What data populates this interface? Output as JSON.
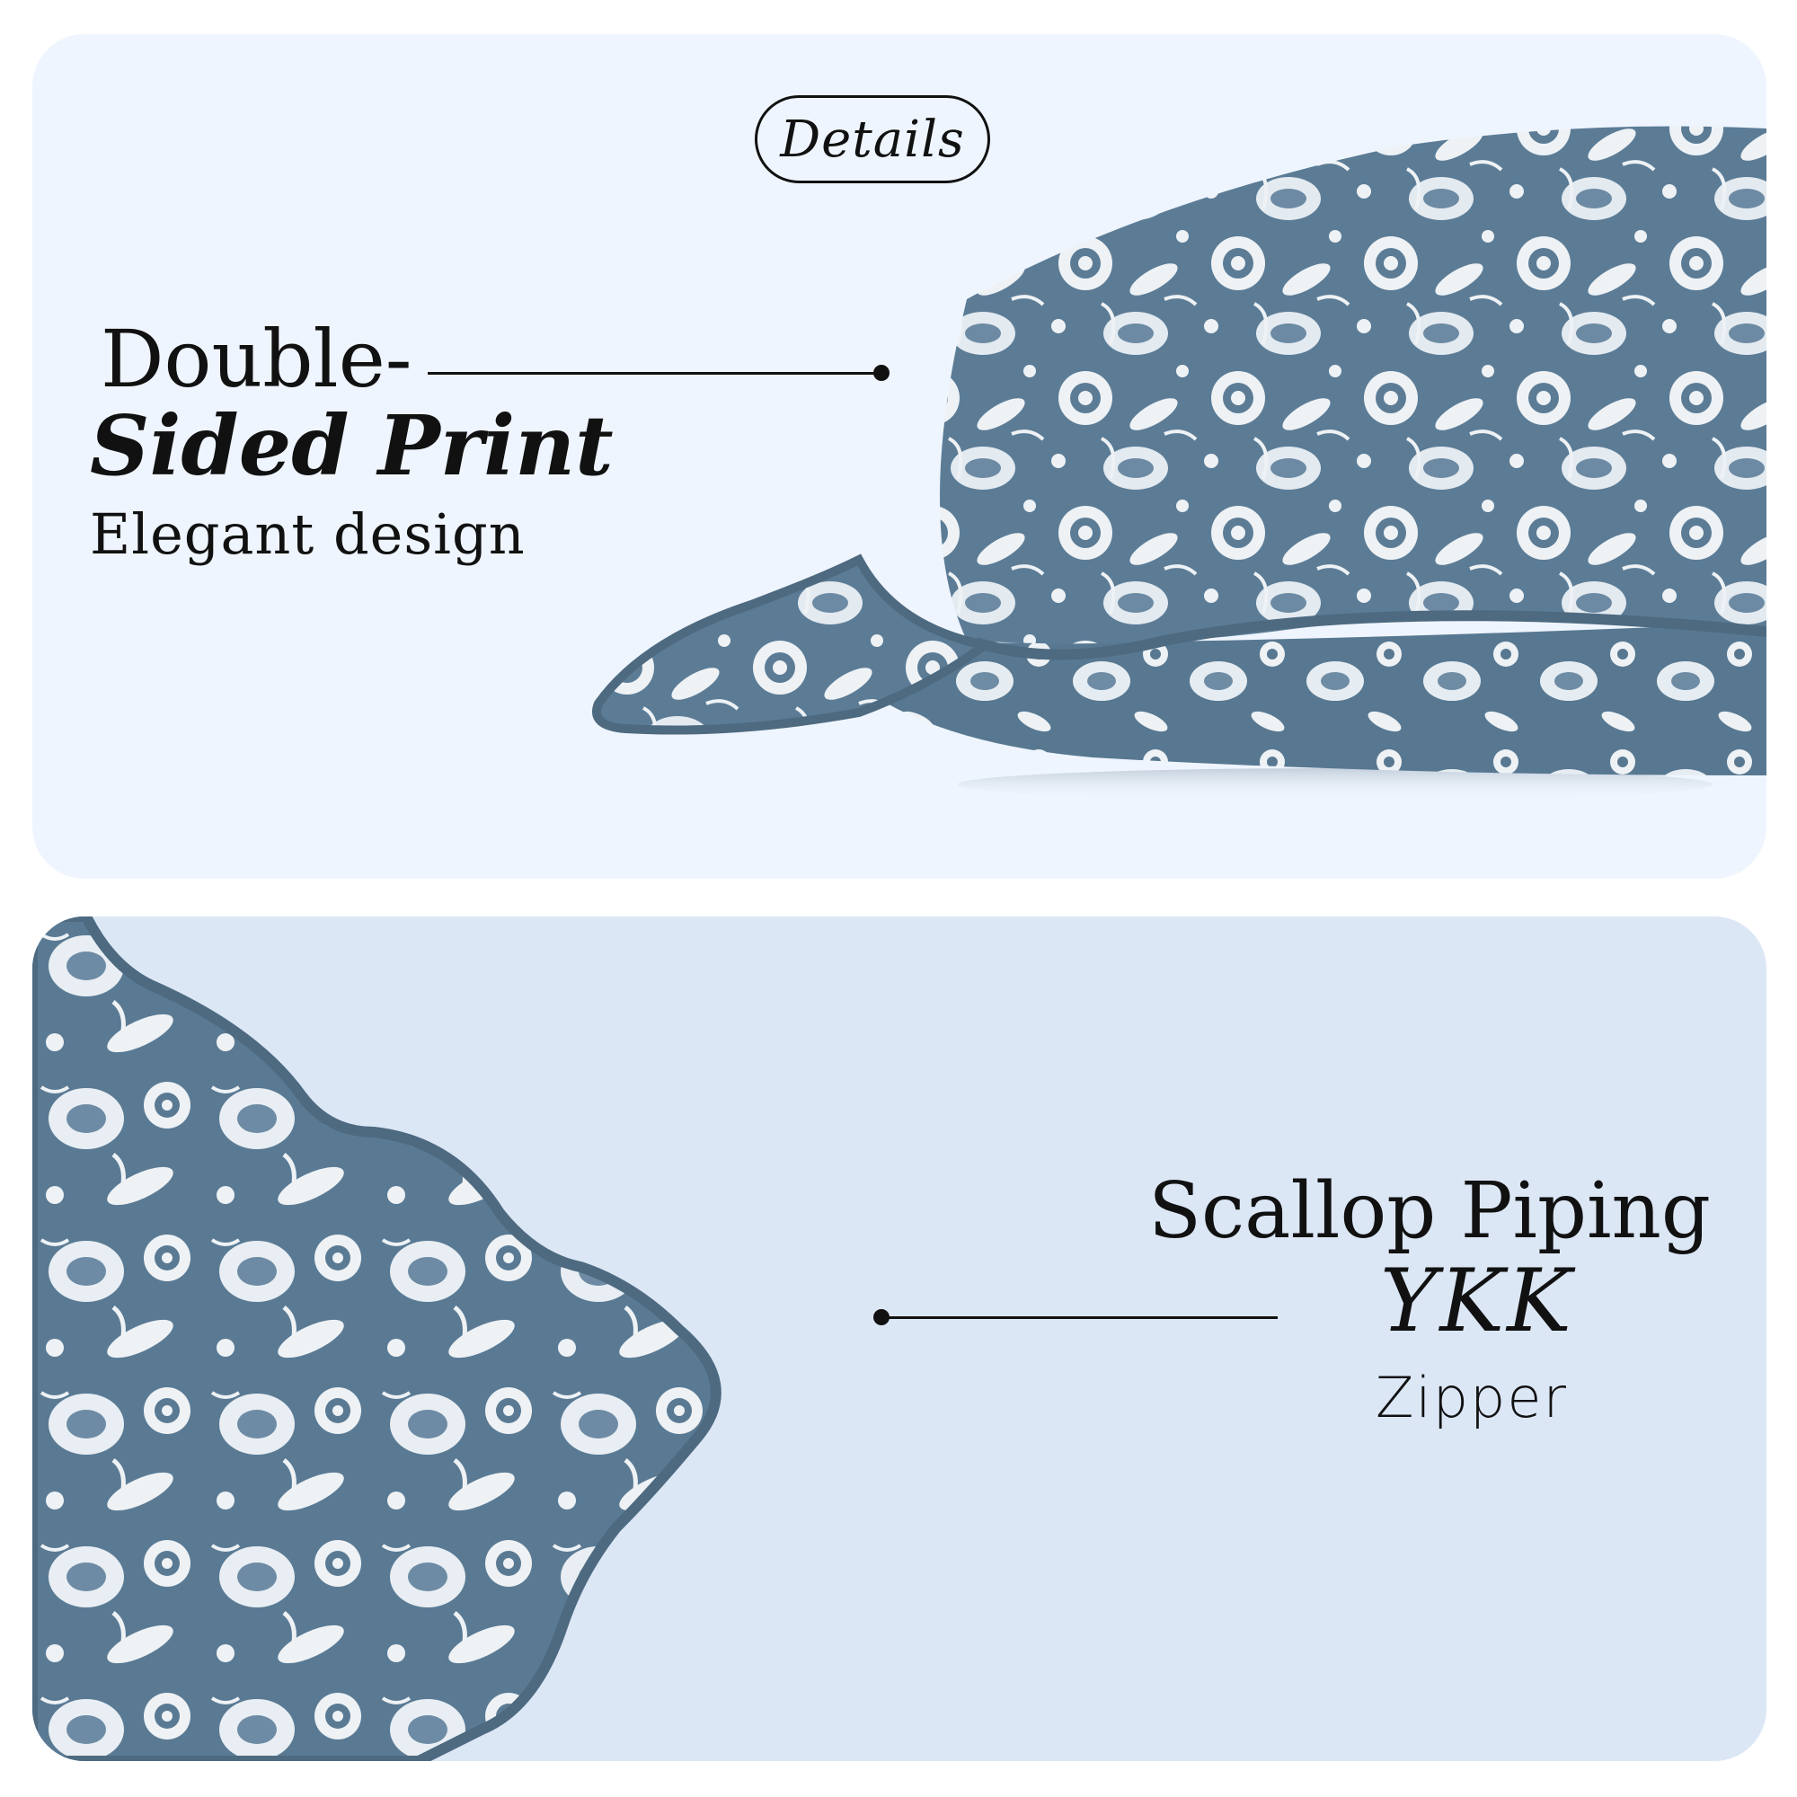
{
  "badge": {
    "label": "Details"
  },
  "feature_top": {
    "line1": "Double-",
    "line2": "Sided Print",
    "line3": "Elegant design"
  },
  "feature_bottom": {
    "line1": "Scallop Piping",
    "line2": "YKK",
    "line3": "Zipper"
  },
  "colors": {
    "panel_top": "#eff5fe",
    "panel_bottom": "#dce7f6",
    "fabric_base": "#5c7c96",
    "fabric_print": "#eef2f5",
    "piping": "#4d6a80",
    "text": "#111111"
  },
  "images": {
    "top": "pillow-side-view",
    "bottom": "pillow-scallop-corner-closeup"
  }
}
